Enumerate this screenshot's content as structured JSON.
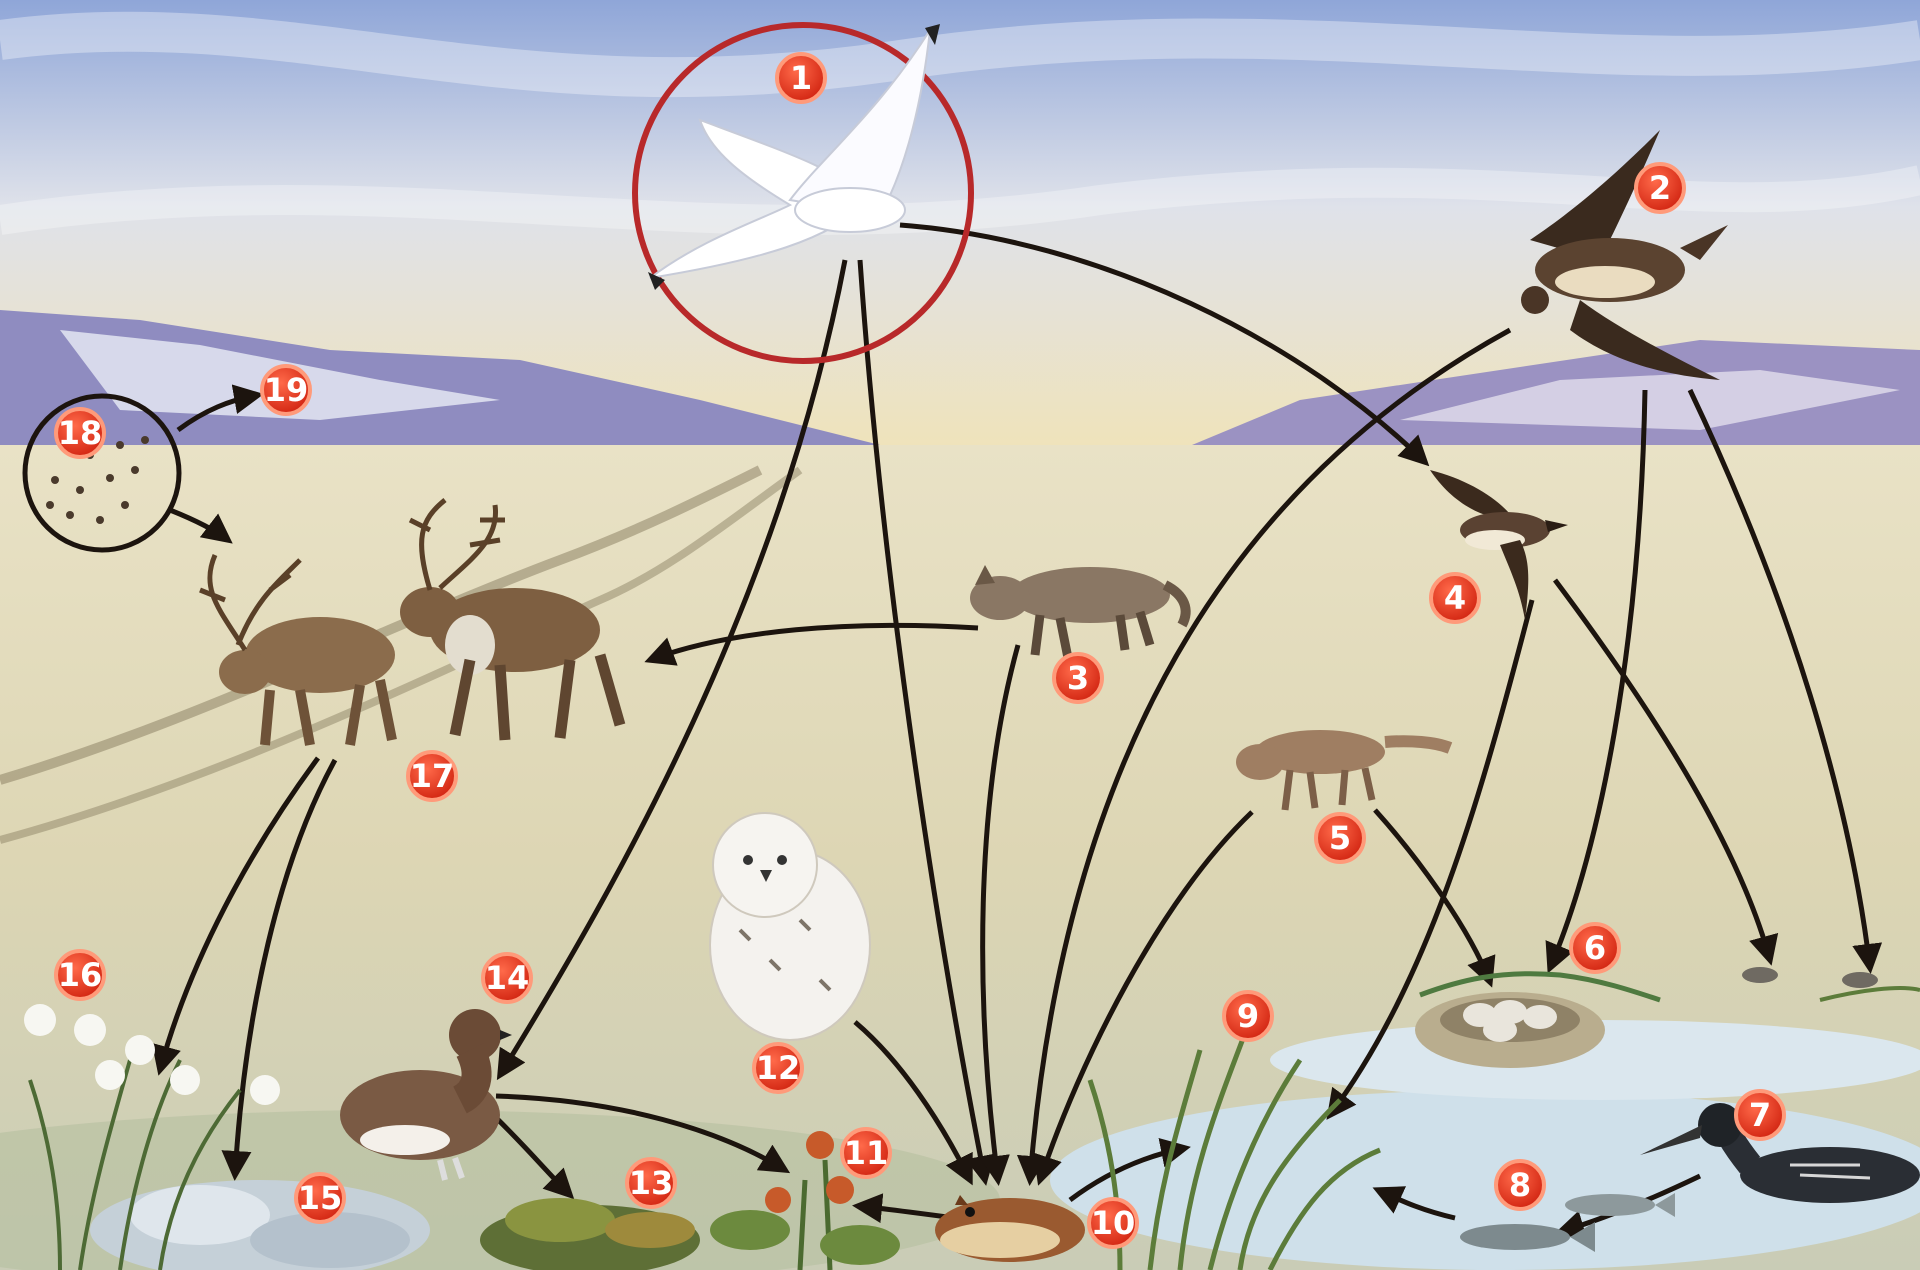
{
  "diagram": {
    "badges": [
      "1",
      "2",
      "3",
      "4",
      "5",
      "6",
      "7",
      "8",
      "9",
      "10",
      "11",
      "12",
      "13",
      "14",
      "15",
      "16",
      "17",
      "18",
      "19"
    ],
    "colors": {
      "badge": "#e0301e",
      "badge_ring": "#ff9a7a",
      "highlight_circle": "#b8292a",
      "arrow": "#1c140e",
      "sky_top": "#8fa6d8",
      "sky_bottom": "#f0e3b8",
      "mountains": "#8f8cc0",
      "tundra": "#e6dfbf",
      "water": "#cfe0ea"
    },
    "icons": [
      "ivory-gull-icon",
      "skua-icon",
      "wolf-icon",
      "jaeger-icon",
      "arctic-fox-icon",
      "bird-nest-eggs-icon",
      "loon-icon",
      "fish-icon",
      "sedge-grass-icon",
      "lemming-icon",
      "cloudberry-icon",
      "snowy-owl-icon",
      "shrub-icon",
      "ptarmigan-icon",
      "lichen-icon",
      "cotton-grass-icon",
      "reindeer-icon",
      "mosquito-swarm-icon"
    ]
  }
}
